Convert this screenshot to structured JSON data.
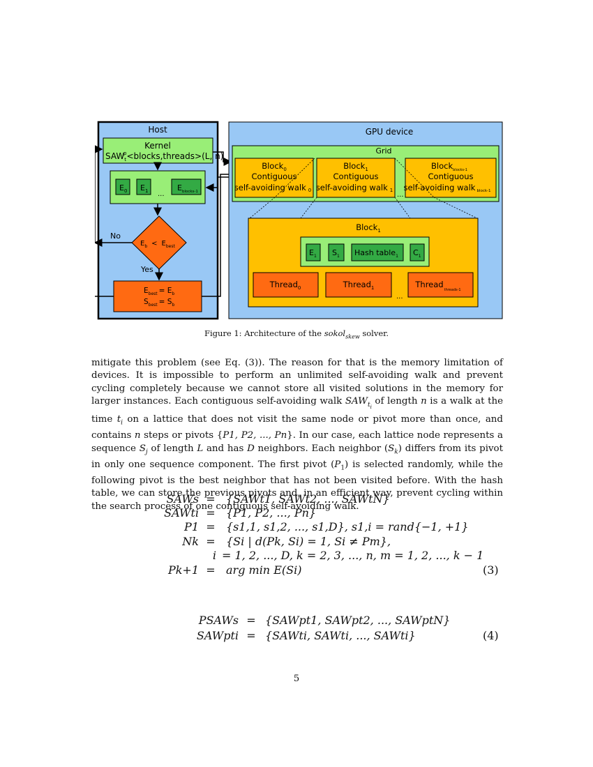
{
  "figure": {
    "host": {
      "title": "Host",
      "kernel_label": "Kernel",
      "kernel_call": "SAW",
      "kernel_call_rest": "<blocks,threads>(L, n)",
      "kernel_sup": "p",
      "kernel_sub": "t",
      "energies": [
        "E",
        "E",
        "E"
      ],
      "energy_subs": [
        "0",
        "1",
        "blocks-1"
      ],
      "ellipsis": "...",
      "decision_left": "E",
      "decision_left_sub": "b",
      "decision_op": "<",
      "decision_right": "E",
      "decision_right_sub": "best",
      "no_label": "No",
      "yes_label": "Yes",
      "update_line1_a": "E",
      "update_line1_a_sub": "best",
      "update_line1_b": "= E",
      "update_line1_b_sub": "b",
      "update_line2_a": "S",
      "update_line2_a_sub": "best",
      "update_line2_b": "= S",
      "update_line2_b_sub": "b"
    },
    "gpu": {
      "title": "GPU device",
      "grid_label": "Grid",
      "blocks": [
        {
          "name": "Block",
          "sub": "0",
          "line2": "Contiguous",
          "line3": "self-avoiding walk",
          "line3_sub": "0"
        },
        {
          "name": "Block",
          "sub": "1",
          "line2": "Contiguous",
          "line3": "self-avoiding walk",
          "line3_sub": "1"
        },
        {
          "name": "Block",
          "sub": "blocks-1",
          "line2": "Contiguous",
          "line3": "self-avoiding walk",
          "line3_sub": "block-1"
        }
      ],
      "ellipsis": "...",
      "detail_title": "Block",
      "detail_title_sub": "1",
      "components": [
        {
          "name": "E",
          "sub": "1"
        },
        {
          "name": "S",
          "sub": "1"
        },
        {
          "name": "Hash table",
          "sub": "1"
        },
        {
          "name": "C",
          "sub": "1"
        }
      ],
      "threads": [
        {
          "name": "Thread",
          "sub": "0"
        },
        {
          "name": "Thread",
          "sub": "1"
        },
        {
          "name": "Thread",
          "sub": "threads-1"
        }
      ]
    },
    "colors": {
      "host_bg": "#99c8f5",
      "gpu_bg": "#99c8f5",
      "light_green": "#99ee77",
      "dark_green": "#33aa44",
      "orange_block": "#ffc000",
      "red_orange": "#ff6a12"
    }
  },
  "caption": {
    "prefix": "Figure 1: Architecture of the ",
    "italic": "sokol",
    "sub": "skew",
    "suffix": " solver."
  },
  "paragraph": {
    "p1": "mitigate this problem (see Eq. (3)). The reason for that is the memory limitation of devices. It is impossible to perform an unlimited self-avoiding walk and prevent cycling completely because we cannot store all visited solutions in the memory for larger instances. Each contiguous self-avoiding walk ",
    "p2": " of length ",
    "p3": " is a walk at the time ",
    "p4": " on a lattice that does not visit the same node or pivot more than once, and contains ",
    "p5": " steps or pivots {",
    "p6": "}. In our case, each lattice node represents a sequence ",
    "p7": " of length ",
    "p8": " and has ",
    "p9": " neighbors. Each neighbor (",
    "p10": ") differs from its pivot in only one sequence component. The first pivot (",
    "p11": ") is selected randomly, while the following pivot is the best neighbor that has not been visited before. With the hash table, we can store the previous pivots and, in an efficient way, prevent cycling within the search process of one contiguous self-avoiding walk.",
    "v_saw": "SAW",
    "v_ti": "t",
    "v_i": "i",
    "v_n": "n",
    "v_plist": "P1, P2, ..., Pn",
    "v_sj": "S",
    "v_j": "j",
    "v_L": "L",
    "v_D": "D",
    "v_sk": "S",
    "v_k": "k",
    "v_P": "P",
    "v_1": "1"
  },
  "eq3": {
    "rows": [
      {
        "lhs": "SAWs",
        "rhs": "{SAWt1, SAWt2, ..., SAWtN}"
      },
      {
        "lhs": "SAWti",
        "rhs": "{P1, P2, ..., Pn}"
      },
      {
        "lhs": "P1",
        "rhs": "{s1,1, s1,2, ..., s1,D},   s1,i = rand{−1, +1}"
      },
      {
        "lhs": "Nk",
        "rhs": "{Si | d(Pk, Si) = 1,  Si ≠ Pm},"
      },
      {
        "lhs": "i",
        "rhs": "= 1, 2, ..., D,   k = 2, 3, ..., n,   m = 1, 2, ..., k − 1"
      },
      {
        "lhs": "Pk+1",
        "rhs": "arg min E(Si)"
      }
    ],
    "number": "(3)"
  },
  "eq4": {
    "rows": [
      {
        "lhs": "PSAWs",
        "rhs": "{SAWpt1, SAWpt2, ..., SAWptN}"
      },
      {
        "lhs": "SAWpti",
        "rhs": "{SAWti, SAWti, ..., SAWti}"
      }
    ],
    "number": "(4)"
  },
  "page_number": "5"
}
